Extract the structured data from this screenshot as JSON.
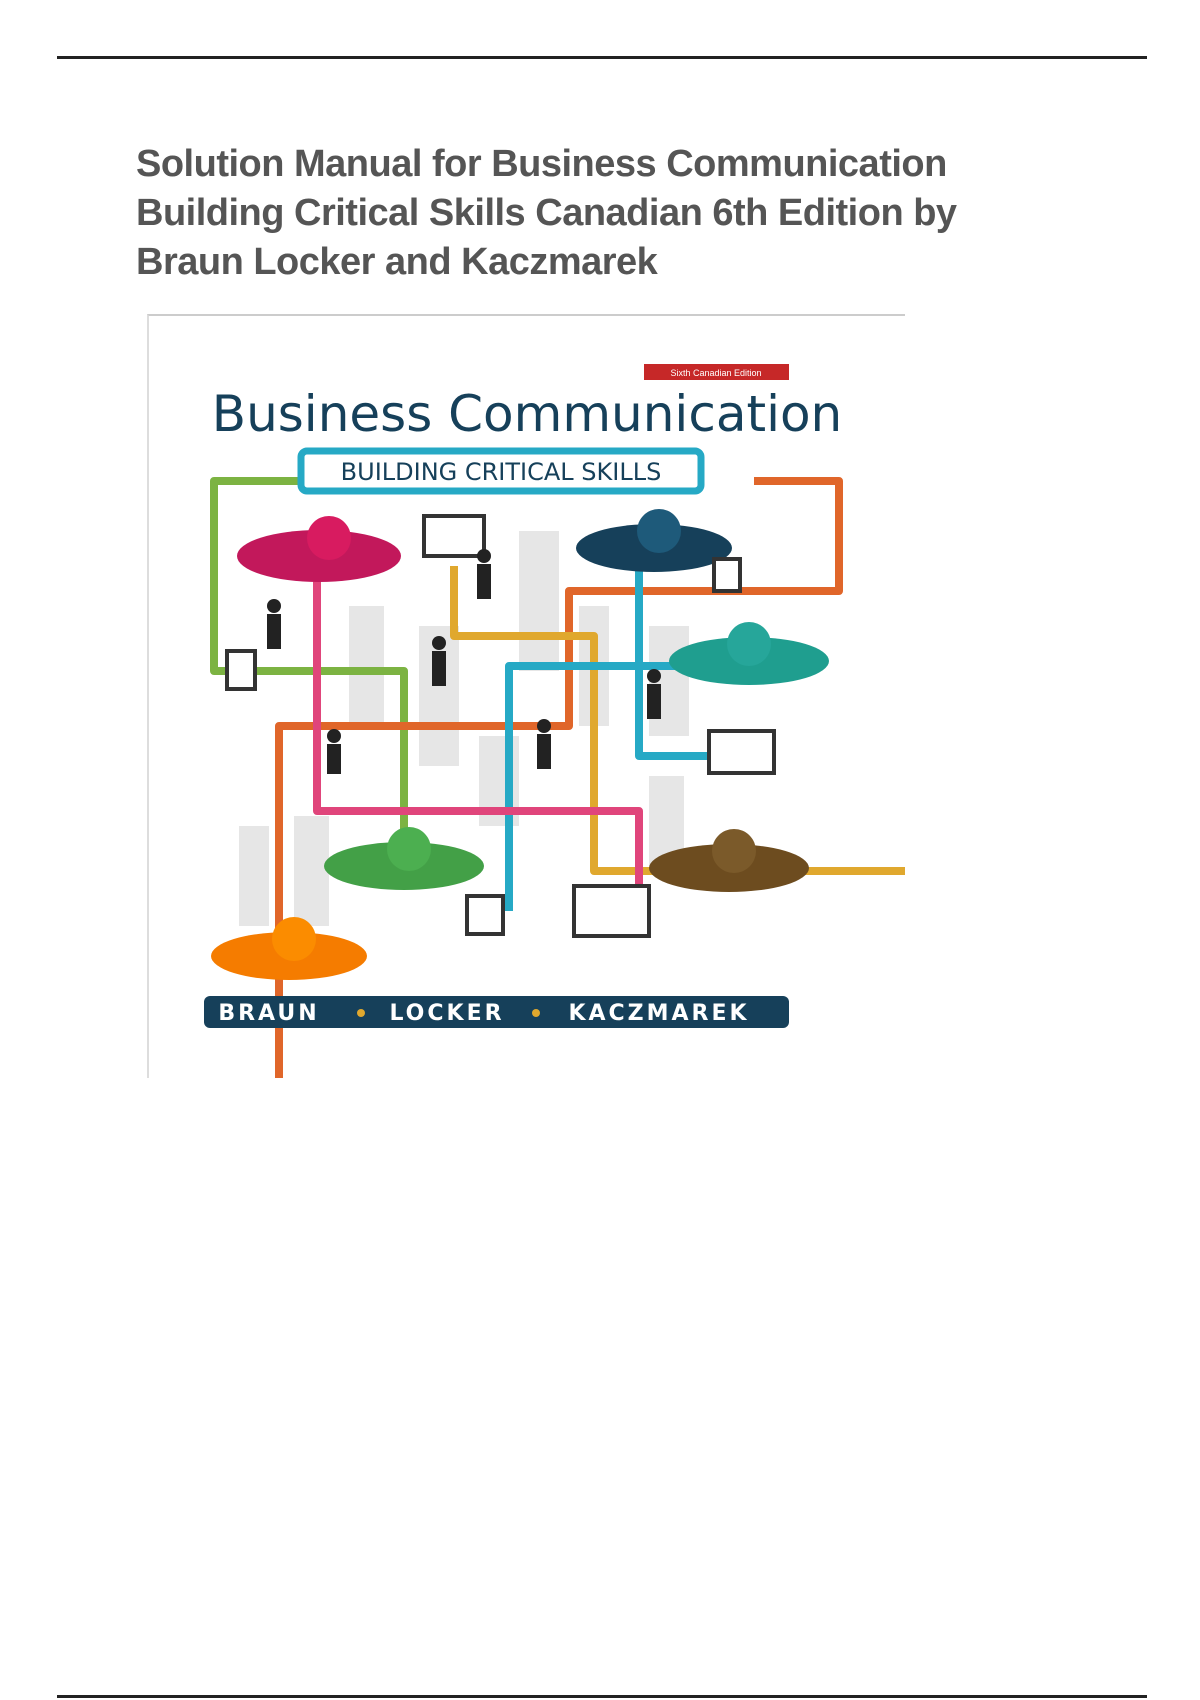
{
  "document": {
    "title": "Solution Manual for Business Communication Building Critical Skills Canadian 6th Edition by Braun Locker and Kaczmarek"
  },
  "cover": {
    "edition_badge": "Sixth Canadian Edition",
    "book_title": "Business Communication",
    "subtitle": "BUILDING CRITICAL SKILLS",
    "authors": [
      "BRAUN",
      "LOCKER",
      "KACZMAREK"
    ],
    "colors": {
      "green": "#7cb342",
      "teal": "#26a9c5",
      "orange": "#e0662a",
      "pink": "#e0457b",
      "yellow": "#e0a82e",
      "navy": "#16405a",
      "red": "#c62828"
    }
  }
}
